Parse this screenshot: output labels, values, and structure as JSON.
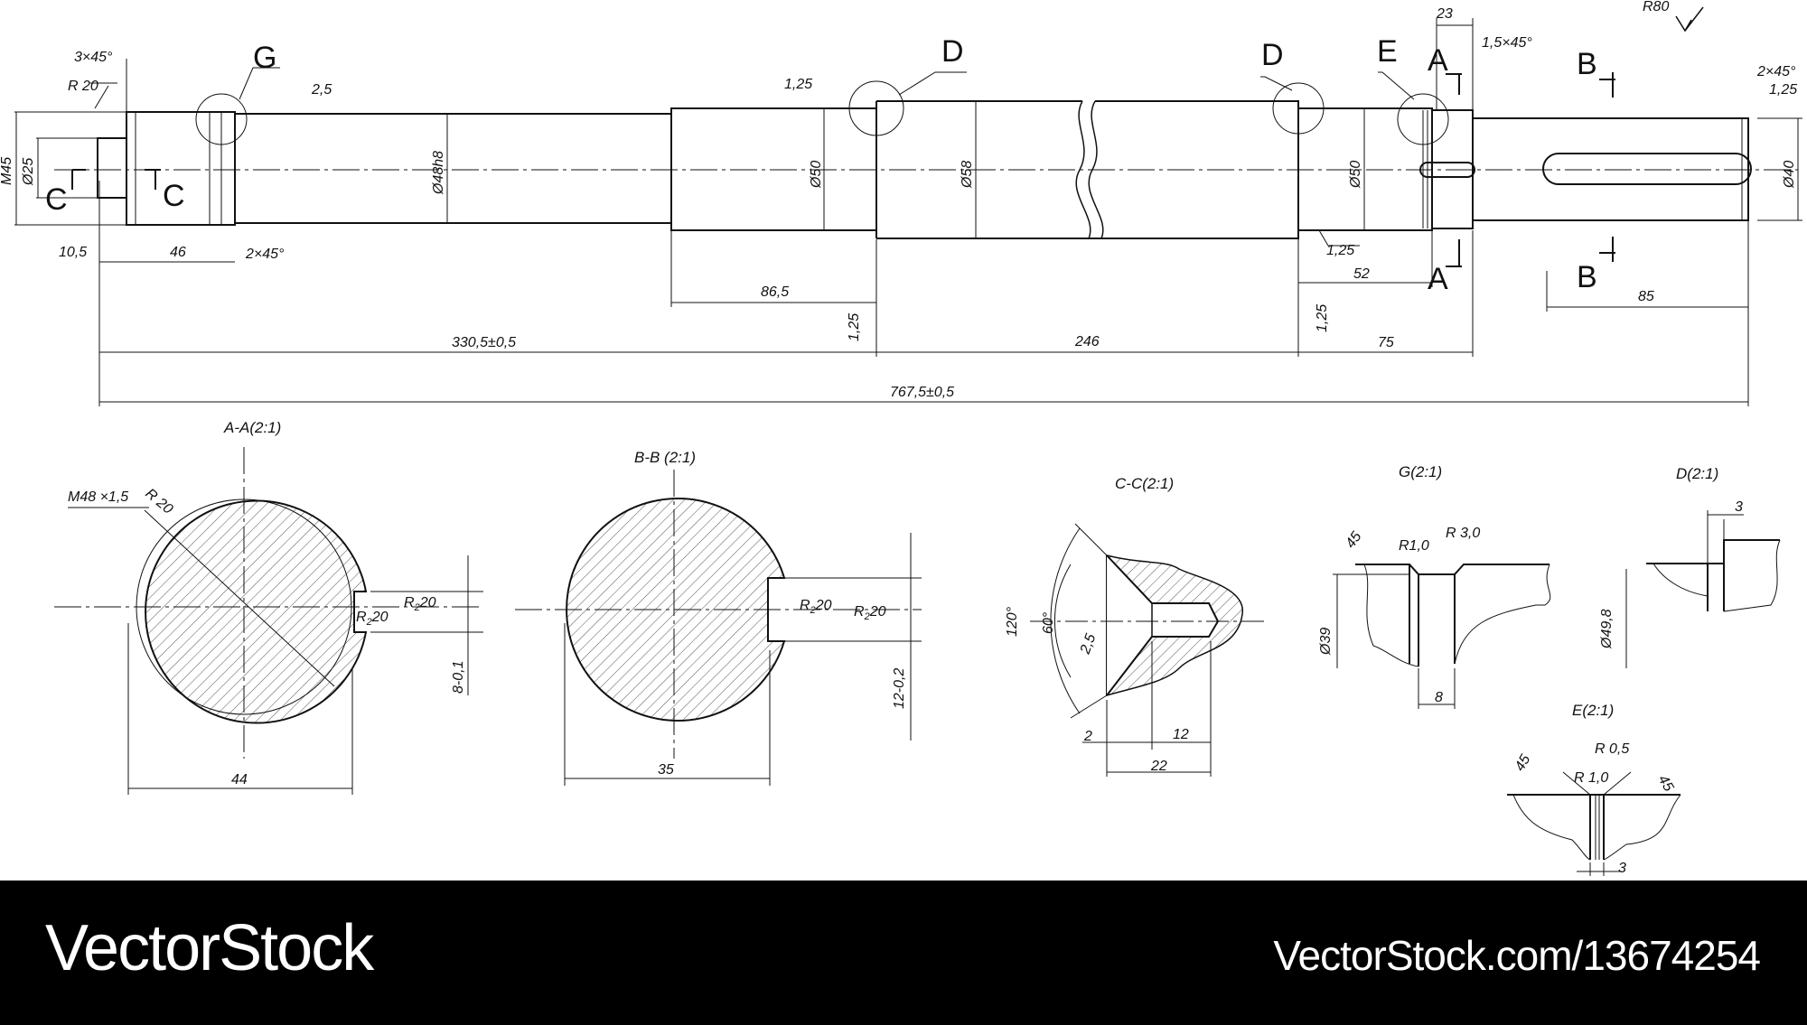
{
  "banner": {
    "brand": "VectorStock",
    "url": "VectorStock.com/13674254"
  },
  "labels": {
    "G": "G",
    "D1": "D",
    "D2": "D",
    "E": "E",
    "A_top": "A",
    "A_bot": "A",
    "B_top": "B",
    "B_bot": "B",
    "C_left": "C",
    "C_right": "C"
  },
  "dims": {
    "d_3x45": "3×45°",
    "d_R20": "R 20",
    "d_2_5": "2,5",
    "d_1_25_a": "1,25",
    "d_23": "23",
    "d_1_5x45": "1,5×45°",
    "d_R80": "R80",
    "d_2x45_r": "2×45°",
    "d_1_25_r": "1,25",
    "d_M45": "M45",
    "d_o25": "Ø25",
    "d_o48h8": "Ø48h8",
    "d_o50_a": "Ø50",
    "d_o58": "Ø58",
    "d_o50_b": "Ø50",
    "d_o40": "Ø40",
    "d_10_5": "10,5",
    "d_46": "46",
    "d_2x45": "2×45°",
    "d_1_25_b": "1,25",
    "d_52": "52",
    "d_86_5": "86,5",
    "d_85": "85",
    "d_1_25_c": "1,25",
    "d_1_25_d": "1,25",
    "d_330": "330,5±0,5",
    "d_246": "246",
    "d_75": "75",
    "d_767": "767,5±0,5"
  },
  "sections": {
    "aa_title": "A-A(2:1)",
    "aa_m48": "M48 ×1,5",
    "aa_r20": "R 20",
    "aa_r20b": "R",
    "aa_r20b_sub": "2",
    "aa_r20b_val": "20",
    "aa_r20c": "R",
    "aa_r20c_sub": "2",
    "aa_r20c_val": "20",
    "aa_8": "8-0,1",
    "aa_44": "44",
    "bb_title": "B-B (2:1)",
    "bb_r20a": "R",
    "bb_r20a_sub": "2",
    "bb_r20a_val": "20",
    "bb_r20b": "R",
    "bb_r20b_sub": "2",
    "bb_r20b_val": "20",
    "bb_12": "12-0,2",
    "bb_35": "35",
    "cc_title": "C-C(2:1)",
    "cc_120": "120°",
    "cc_60": "60°",
    "cc_2_5": "2,5",
    "cc_2": "2",
    "cc_12": "12",
    "cc_22": "22",
    "g_title": "G(2:1)",
    "g_45": "45",
    "g_r1": "R1,0",
    "g_r3": "R 3,0",
    "g_o39": "Ø39",
    "g_8": "8",
    "d_title": "D(2:1)",
    "d_3": "3",
    "d_o49": "Ø49,8",
    "e_title": "E(2:1)",
    "e_45a": "45",
    "e_r05": "R 0,5",
    "e_45b": "45",
    "e_r1": "R 1,0",
    "e_3": "3"
  }
}
